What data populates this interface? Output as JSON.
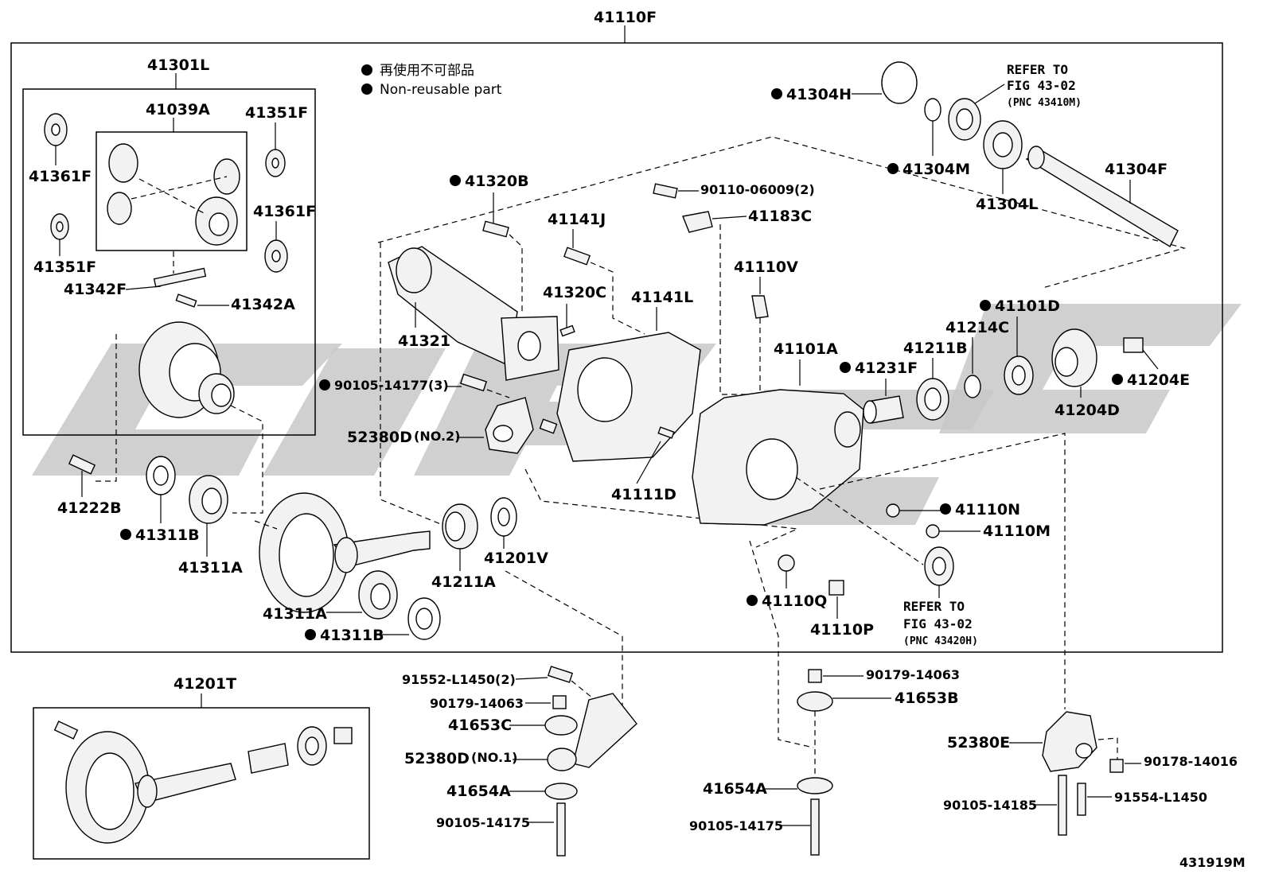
{
  "diagram": {
    "main_assembly": "41110F",
    "figure_code": "431919M",
    "legend": {
      "jp": "再使用不可部品",
      "en": "Non-reusable part"
    },
    "references": [
      {
        "line1": "REFER TO",
        "line2": "FIG 43-02",
        "line3": "(PNC 43410M)"
      },
      {
        "line1": "REFER TO",
        "line2": "FIG 43-02",
        "line3": "(PNC 43420H)"
      }
    ],
    "labels": {
      "p41301L": "41301L",
      "p41039A": "41039A",
      "p41351F_top": "41351F",
      "p41361F_left": "41361F",
      "p41361F_right": "41361F",
      "p41351F_left": "41351F",
      "p41342F": "41342F",
      "p41342A": "41342A",
      "p41222B": "41222B",
      "p41311B_a": "41311B",
      "p41311A_a": "41311A",
      "p41311A_b": "41311A",
      "p41311B_b": "41311B",
      "p41320B": "41320B",
      "p41321": "41321",
      "p41141J": "41141J",
      "p41320C": "41320C",
      "p41141L": "41141L",
      "p90105_14177": "90105-14177(3)",
      "p52380D_no2": "52380D",
      "no2": "(NO.2)",
      "p41111D": "41111D",
      "p41211A": "41211A",
      "p41201V": "41201V",
      "p90110_06009": "90110-06009(2)",
      "p41183C": "41183C",
      "p41110V": "41110V",
      "p41101A": "41101A",
      "p41231F": "41231F",
      "p41211B": "41211B",
      "p41214C": "41214C",
      "p41101D": "41101D",
      "p41204E": "41204E",
      "p41204D": "41204D",
      "p41304H": "41304H",
      "p41304M": "41304M",
      "p41304L": "41304L",
      "p41304F": "41304F",
      "p41110N": "41110N",
      "p41110M": "41110M",
      "p41110Q": "41110Q",
      "p41110P": "41110P",
      "p41201T": "41201T",
      "p91552_L1450": "91552-L1450(2)",
      "p90179_14063_a": "90179-14063",
      "p41653C": "41653C",
      "p52380D_no1": "52380D",
      "no1": "(NO.1)",
      "p41654A_a": "41654A",
      "p90105_14175_a": "90105-14175",
      "p90179_14063_b": "90179-14063",
      "p41653B": "41653B",
      "p41654A_b": "41654A",
      "p90105_14175_b": "90105-14175",
      "p52380E": "52380E",
      "p90178_14016": "90178-14016",
      "p90105_14185": "90105-14185",
      "p91554_L1450": "91554-L1450"
    },
    "non_reusable": [
      "41320B",
      "90105-14177(3)",
      "41311B",
      "41304H",
      "41304M",
      "41101D",
      "41231F",
      "41204E",
      "41110N",
      "41110Q"
    ]
  }
}
